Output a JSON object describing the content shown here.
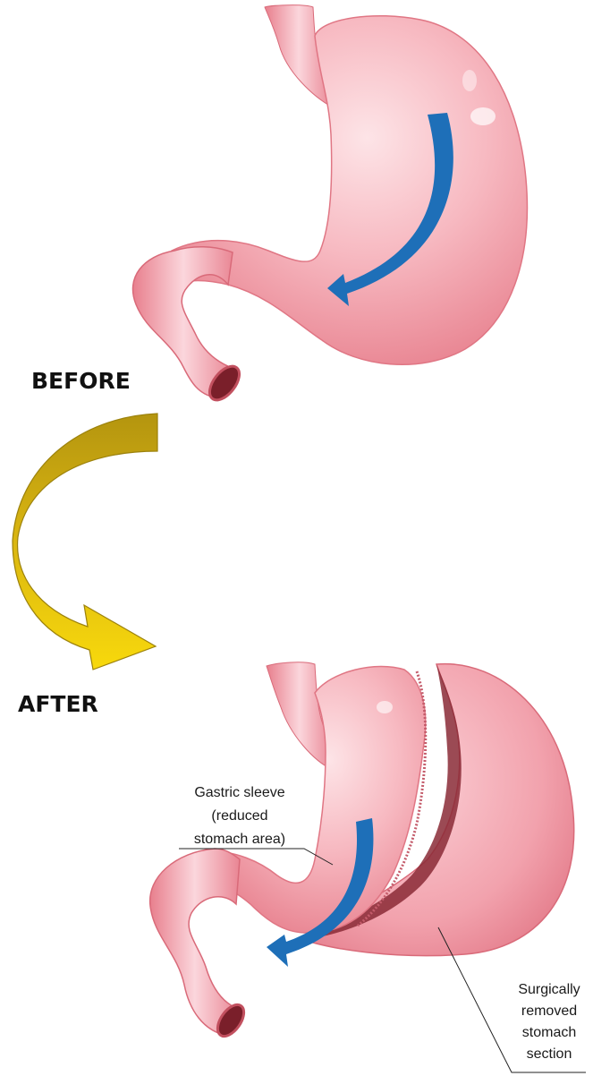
{
  "labels": {
    "before": "BEFORE",
    "after": "AFTER"
  },
  "callouts": {
    "sleeve": [
      "Gastric sleeve",
      "(reduced",
      "stomach area)"
    ],
    "removed": [
      "Surgically",
      "removed",
      "stomach",
      "section"
    ]
  },
  "colors": {
    "stomach": "#f4a7b0",
    "stomach_shade": "#e77f8c",
    "flow_arrow": "#1e6fb8",
    "transition_arrow_top": "#b99a12",
    "transition_arrow_bottom": "#f5d20a",
    "text": "#111111"
  }
}
